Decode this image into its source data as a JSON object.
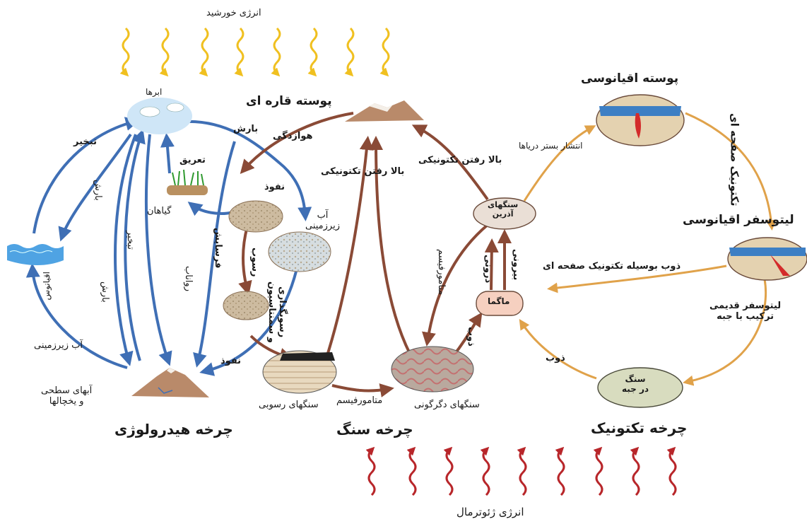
{
  "top_energy": "انرژی خورشید",
  "bottom_energy": "انرژی ژئوترمال",
  "hydro": {
    "title": "چرخه هیدرولوژی",
    "clouds": "ابرها",
    "ocean": "اقیانوس",
    "plants": "گیاهان",
    "evaporation_top": "تبخیر",
    "evaporation_mid": "تبخیر",
    "precip_top": "بارش",
    "precip_left": "بارش",
    "precip_mid": "بارش",
    "transpiration": "تعریق",
    "infiltration_top": "نفوذ",
    "infiltration_bottom": "نفوذ",
    "groundwater_left": "آب زیرزمینی",
    "groundwater_center": "آب\nزیرزمینی",
    "runoff": "رواناب",
    "surface_waters": "آبهای سطحی\nو یخچالها"
  },
  "rock": {
    "title": "چرخه سنگ",
    "continental_crust": "پوسته قاره ای",
    "weathering": "هوازدگی",
    "erosion": "فرسایش",
    "sedimentation": "رسوب",
    "compaction": "رسوبگذاری\nو سمنتاسیون",
    "tectonic_uplift_1": "بالا رفتن تکتونیکی",
    "tectonic_uplift_2": "بالا رفتن تکتونیکی",
    "sedimentary_rocks": "سنگهای رسوبی",
    "metamorphism_bottom": "متامورفیسم",
    "metamorphism_side": "متامورفیسم",
    "metamorphic_rocks": "سنگهای دگرگونی",
    "igneous_rocks": "سنگهای\nآذرین",
    "magma": "ماگما",
    "melting": "ذوب",
    "extrusive": "بیرونی",
    "intrusive": "درونی"
  },
  "tectonic": {
    "title": "چرخه تکتونیک",
    "oceanic_crust": "پوسته اقیانوسی",
    "plate_tectonics": "تکتونیک صفحه ای",
    "oceanic_lithosphere": "لیتوسفر اقیانوسی",
    "seafloor_spreading": "انتشار بستر دریاها",
    "melting_by_tectonics": "ذوب بوسیله تکتونیک صفحه ای",
    "old_lithosphere": "لیتوسفر قدیمی\nترکیب با جبه",
    "melting": "ذوب",
    "rock_in_mantle": "سنگ\nدر جبه"
  },
  "colors": {
    "hydro_arrow": "#3f6fb5",
    "rock_arrow": "#8a4a36",
    "tectonic_arrow": "#e0a24a",
    "solar_wave": "#f0c020",
    "geothermal_wave": "#b8262a"
  }
}
